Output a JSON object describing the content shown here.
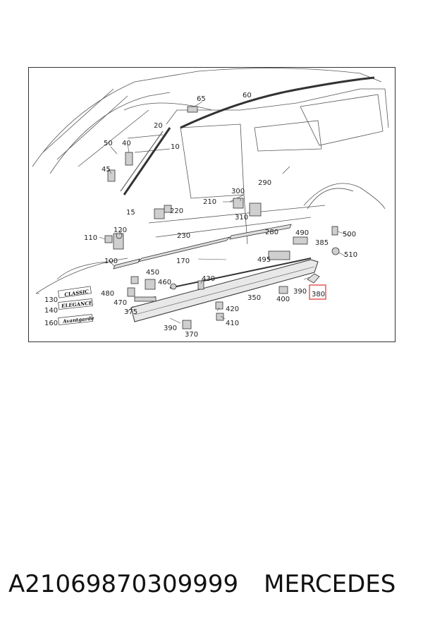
{
  "diagram": {
    "highlight_color": "#e05050",
    "line_color": "#444444",
    "labels": [
      {
        "id": "l65",
        "text": "65"
      },
      {
        "id": "l60",
        "text": "60"
      },
      {
        "id": "l20",
        "text": "20"
      },
      {
        "id": "l50",
        "text": "50"
      },
      {
        "id": "l40",
        "text": "40"
      },
      {
        "id": "l10",
        "text": "10"
      },
      {
        "id": "l45",
        "text": "45"
      },
      {
        "id": "l15",
        "text": "15"
      },
      {
        "id": "l300",
        "text": "300"
      },
      {
        "id": "l290",
        "text": "290"
      },
      {
        "id": "l210",
        "text": "210"
      },
      {
        "id": "l220",
        "text": "220"
      },
      {
        "id": "l310",
        "text": "310"
      },
      {
        "id": "l230",
        "text": "230"
      },
      {
        "id": "l280",
        "text": "280"
      },
      {
        "id": "l490",
        "text": "490"
      },
      {
        "id": "l500",
        "text": "500"
      },
      {
        "id": "l385",
        "text": "385"
      },
      {
        "id": "l510",
        "text": "510"
      },
      {
        "id": "l110",
        "text": "110"
      },
      {
        "id": "l120",
        "text": "120"
      },
      {
        "id": "l100",
        "text": "100"
      },
      {
        "id": "l170",
        "text": "170"
      },
      {
        "id": "l495",
        "text": "495"
      },
      {
        "id": "l450",
        "text": "450"
      },
      {
        "id": "l460",
        "text": "460"
      },
      {
        "id": "l430",
        "text": "430"
      },
      {
        "id": "l480",
        "text": "480"
      },
      {
        "id": "l470",
        "text": "470"
      },
      {
        "id": "l375",
        "text": "375"
      },
      {
        "id": "l350",
        "text": "350"
      },
      {
        "id": "l390a",
        "text": "390"
      },
      {
        "id": "l400",
        "text": "400"
      },
      {
        "id": "l380",
        "text": "380"
      },
      {
        "id": "l420",
        "text": "420"
      },
      {
        "id": "l410",
        "text": "410"
      },
      {
        "id": "l390b",
        "text": "390"
      },
      {
        "id": "l370",
        "text": "370"
      },
      {
        "id": "l130",
        "text": "130"
      },
      {
        "id": "l140",
        "text": "140"
      },
      {
        "id": "l160",
        "text": "160"
      }
    ],
    "badges": {
      "classic": "CLASSIC",
      "elegance": "ELEGANCE",
      "avantgarde": "Avantgarde"
    }
  },
  "caption": {
    "part_number": "A21069870309999",
    "brand": "MERCEDES"
  }
}
